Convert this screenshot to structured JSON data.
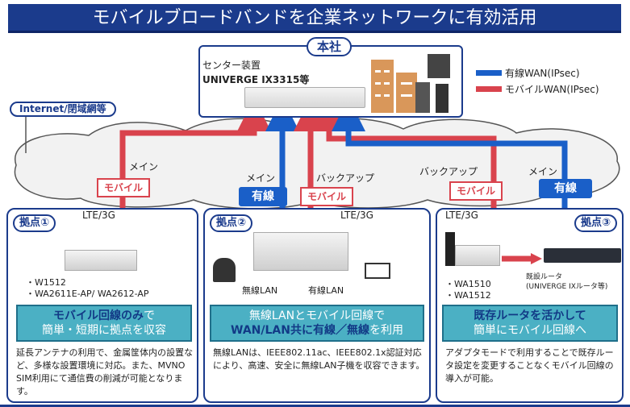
{
  "title": "モバイルブロードバンドを企業ネットワークに有効活用",
  "hq": {
    "label": "本社",
    "device_line1": "センター装置",
    "device_line2": "UNIVERGE IX3315等"
  },
  "legend": [
    {
      "label": "有線WAN(IPsec)",
      "color": "#1a5fc8"
    },
    {
      "label": "モバイルWAN(IPsec)",
      "color": "#d9434d"
    }
  ],
  "network_label": "Internet/閉域網等",
  "paths": {
    "main1": "メイン",
    "main2": "メイン",
    "backup2": "バックアップ",
    "backup3": "バックアップ",
    "main3": "メイン"
  },
  "badges": {
    "mobile1": "モバイル",
    "wired2": "有線",
    "mobile2": "モバイル",
    "mobile3": "モバイル",
    "wired3": "有線"
  },
  "sites": [
    {
      "label": "拠点①",
      "lte": "LTE/3G",
      "models": [
        "・W1512",
        "・WA2611E-AP/ WA2612-AP"
      ],
      "caption_bold": "モバイル回線のみ",
      "caption_rest1": "で",
      "caption_line2": "簡単・短期に拠点を収容",
      "desc": "延長アンテナの利用で、金属筐体内の設置など、多様な設置環境に対応。また、MVNO SIM利用にて通信費の削減が可能となります。"
    },
    {
      "label": "拠点②",
      "lte": "LTE/3G",
      "wlan": "無線LAN",
      "lan": "有線LAN",
      "caption_line1": "無線LANとモバイル回線で",
      "caption_bold": "WAN/LAN共に有線／無線",
      "caption_rest2": "を利用",
      "desc": "無線LANは、IEEE802.11ac、IEEE802.1x認証対応により、高速、安全に無線LAN子機を収容できます。"
    },
    {
      "label": "拠点③",
      "lte": "LTE/3G",
      "models": [
        "・WA1510",
        "・WA1512"
      ],
      "router_line1": "既設ルータ",
      "router_line2": "(UNIVERGE IXルータ等)",
      "caption_bold": "既存ルータを活かして",
      "caption_line2": "簡単にモバイル回線へ",
      "desc": "アダプタモードで利用することで既存ルータ設定を変更することなくモバイル回線の導入が可能。"
    }
  ],
  "colors": {
    "navy": "#1b3b8c",
    "wired": "#1a5fc8",
    "mobile": "#d9434d",
    "caption": "#4bb0c4",
    "building": "#d9975a"
  }
}
